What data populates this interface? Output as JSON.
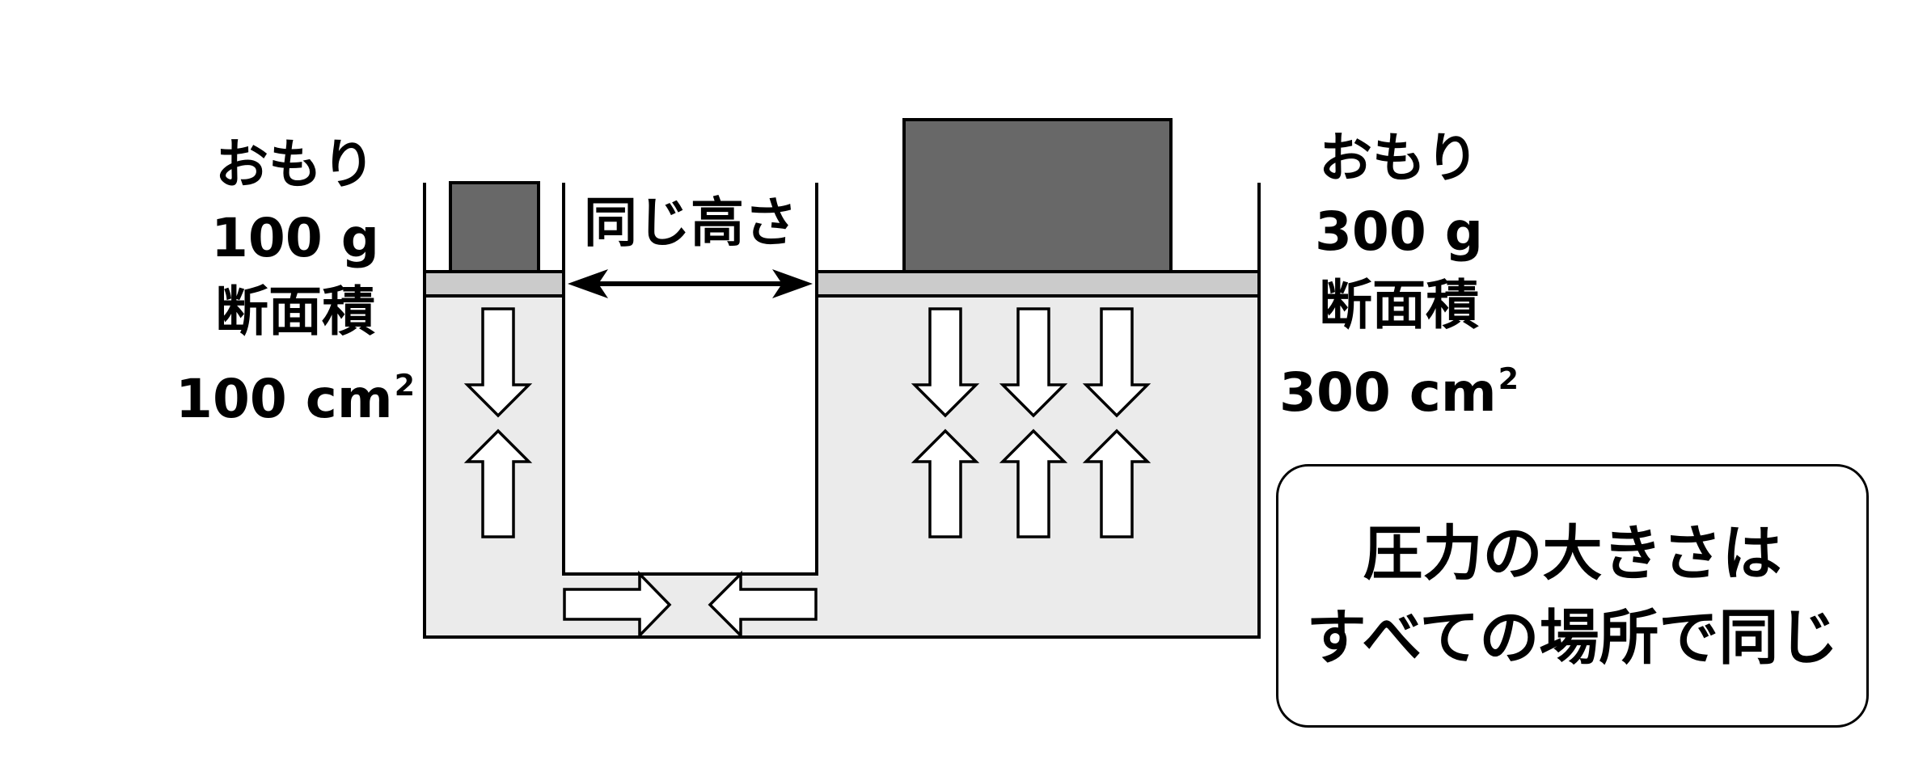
{
  "left_label": {
    "line1": "おもり",
    "mass_value": "100",
    "mass_unit": "g",
    "line3": "断面積",
    "area_value": "100",
    "area_unit": "cm",
    "area_exp": "2"
  },
  "right_label": {
    "line1": "おもり",
    "mass_value": "300",
    "mass_unit": "g",
    "line3": "断面積",
    "area_value": "300",
    "area_unit": "cm",
    "area_exp": "2"
  },
  "middle_label": "同じ高さ",
  "note": {
    "line1": "圧力の大きさは",
    "line2": "すべての場所で同じ"
  },
  "colors": {
    "weight": "#686868",
    "piston": "#cbcbcb",
    "liquid": "#ebebeb",
    "arrow_fill": "#ffffff",
    "stroke": "#000000"
  },
  "pressure_arrows": {
    "left_cylinder_columns": 1,
    "right_cylinder_columns": 3,
    "bottom_horizontal_pairs": 1
  }
}
